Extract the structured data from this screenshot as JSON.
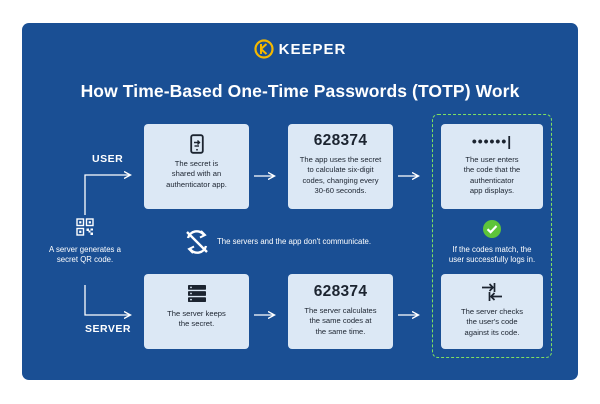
{
  "brand": {
    "name": "KEEPER",
    "accent": "#f5b800"
  },
  "title": "How Time-Based One-Time Passwords (TOTP) Work",
  "roles": {
    "user": "USER",
    "server": "SERVER"
  },
  "server_note": {
    "line1": "A server generates a",
    "line2": "secret QR code."
  },
  "middle_note": "The servers and the app don't communicate.",
  "match_note": {
    "line1": "If the codes match, the",
    "line2": "user successfully logs in."
  },
  "user_steps": [
    {
      "icon": "phone-icon",
      "lines": [
        "The secret is",
        "shared with an",
        "authenticator app."
      ]
    },
    {
      "code": "628374",
      "lines": [
        "The app uses the secret",
        "to calculate six-digit",
        "codes, changing every",
        "30-60 seconds."
      ]
    },
    {
      "dots": "••••••|",
      "lines": [
        "The user enters",
        "the code that the",
        "authenticator",
        "app displays."
      ]
    }
  ],
  "server_steps": [
    {
      "icon": "server-icon",
      "lines": [
        "The server keeps",
        "the secret."
      ]
    },
    {
      "code": "628374",
      "lines": [
        "The server calculates",
        "the same codes at",
        "the same time."
      ]
    },
    {
      "icon": "compare-icon",
      "lines": [
        "The server checks",
        "the user's code",
        "against its code."
      ]
    }
  ],
  "colors": {
    "panel": "#1a4f94",
    "card": "#dce8f5",
    "dash": "#7ee060",
    "check": "#5ec43a"
  }
}
